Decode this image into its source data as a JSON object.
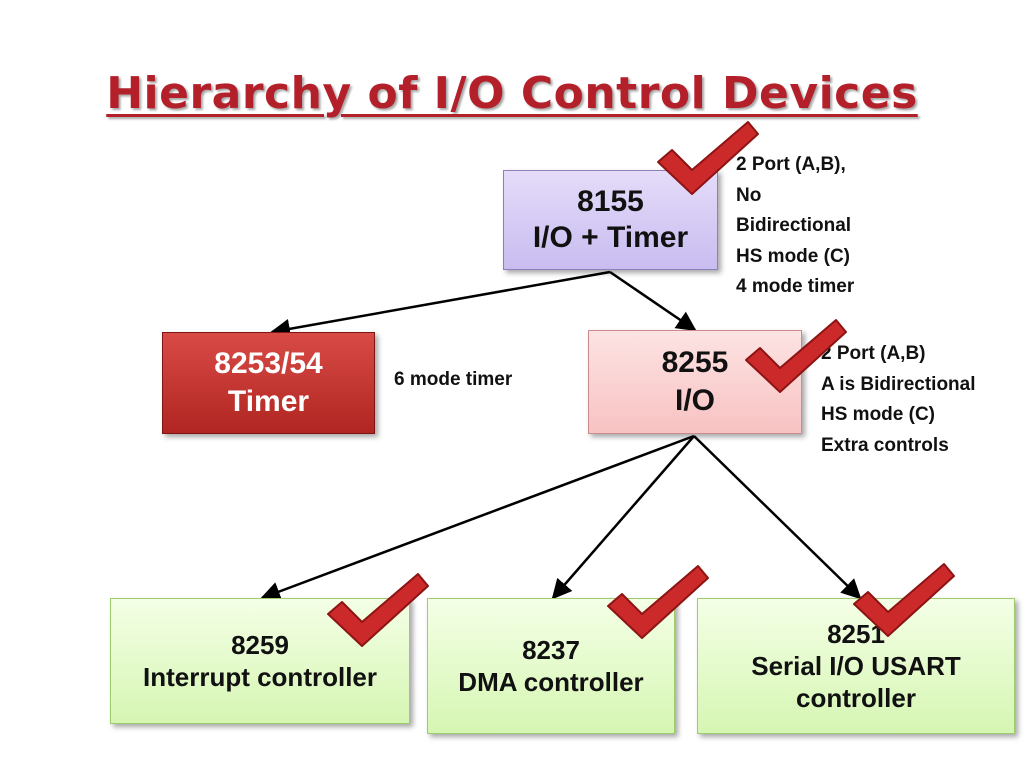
{
  "title": "Hierarchy of I/O Control Devices",
  "nodes": {
    "n8155": {
      "line1": "8155",
      "line2": "I/O + Timer"
    },
    "n8253": {
      "line1": "8253/54",
      "line2": "Timer"
    },
    "n8255": {
      "line1": "8255",
      "line2": "I/O"
    },
    "n8259": {
      "line1": "8259",
      "line2": "Interrupt controller"
    },
    "n8237": {
      "line1": "8237",
      "line2": "DMA controller"
    },
    "n8251": {
      "line1": "8251",
      "line2": "Serial I/O USART",
      "line3": "controller"
    }
  },
  "notes": {
    "n8155": [
      "2 Port (A,B),",
      "No",
      "Bidirectional",
      "HS mode (C)",
      "4 mode timer"
    ],
    "n8253": "6 mode timer",
    "n8255": [
      "2 Port (A,B)",
      "A is Bidirectional",
      "HS mode (C)",
      "Extra controls"
    ]
  },
  "icons": [
    "checkmark-icon"
  ],
  "colors": {
    "title": "#b3202a",
    "checkmark": "#cc2a2a",
    "timer_box": "#c0302c",
    "io_box": "#fbd2d2",
    "top_box": "#d6ccf5",
    "leaf_box": "#e4fbc9"
  }
}
